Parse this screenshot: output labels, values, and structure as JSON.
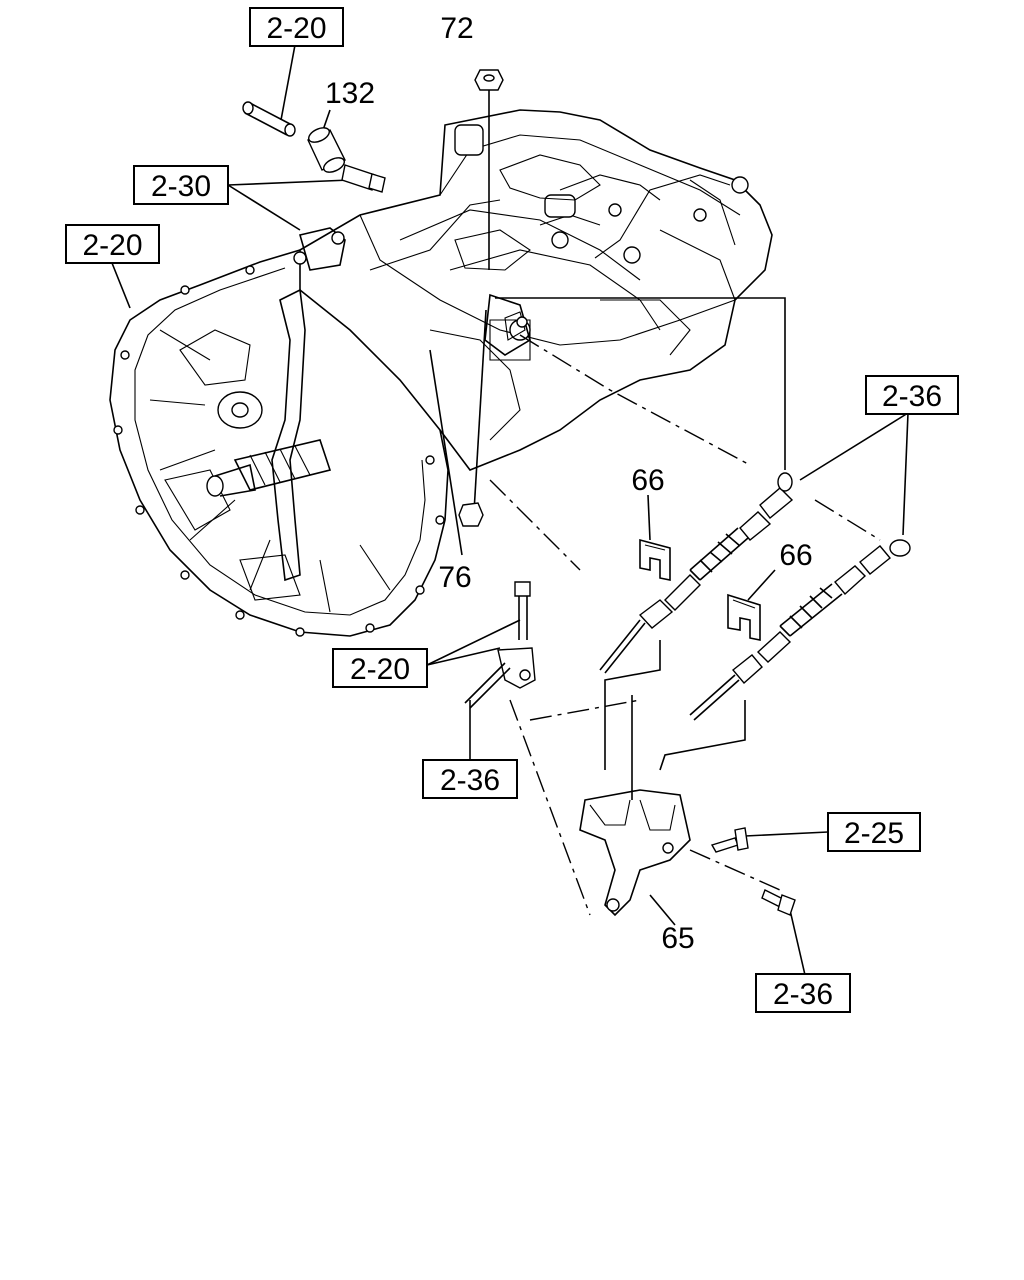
{
  "callouts": {
    "ref_top_left": "2-20",
    "part_72": "72",
    "part_132": "132",
    "ref_2_30": "2-30",
    "ref_left": "2-20",
    "ref_right_cable": "2-36",
    "part_66_a": "66",
    "part_66_b": "66",
    "part_76": "76",
    "ref_bottom_left": "2-20",
    "ref_lower_left": "2-36",
    "ref_2_25": "2-25",
    "part_65": "65",
    "ref_bottom_right": "2-36"
  },
  "icons": [
    "transmission-assembly",
    "clutch-housing",
    "shift-cable",
    "cable-clip",
    "cable-bracket",
    "bolt",
    "nut",
    "pin",
    "bushing"
  ]
}
